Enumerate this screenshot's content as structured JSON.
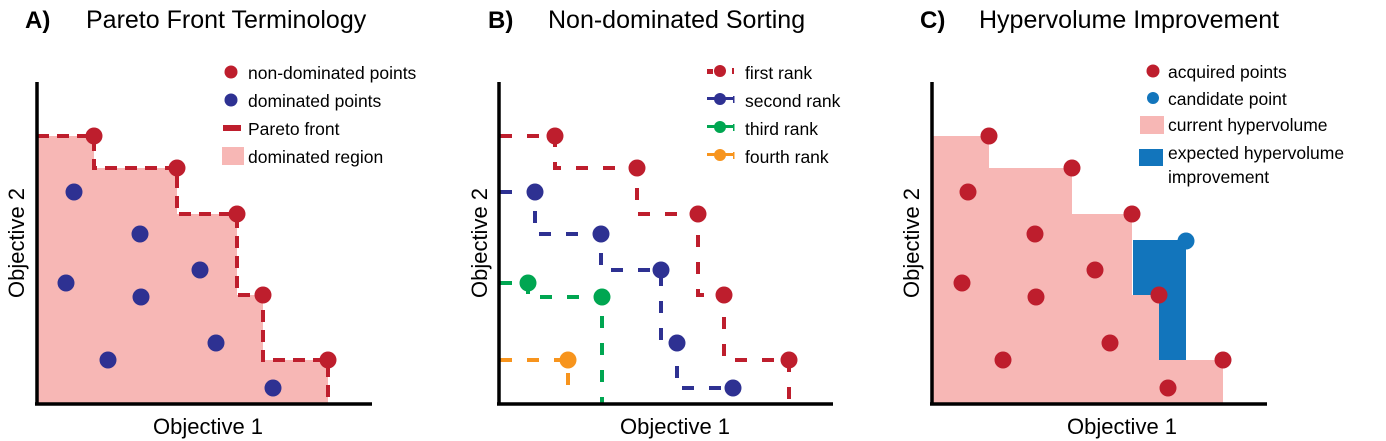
{
  "colors": {
    "red": "#BE1E2D",
    "navy": "#2E3192",
    "green": "#00A651",
    "orange": "#F7941D",
    "pink": "#F7B7B5",
    "blue": "#1275BC",
    "axis": "#000000"
  },
  "panels": [
    {
      "letter": "A)",
      "title": "Pareto Front Terminology",
      "xlabel": "Objective 1",
      "ylabel": "Objective 2",
      "legend": [
        {
          "marker": "dot-red",
          "label": "non-dominated points"
        },
        {
          "marker": "dot-navy",
          "label": "dominated points"
        },
        {
          "marker": "dash-red",
          "label": "Pareto front"
        },
        {
          "marker": "square-pink",
          "label": "dominated region"
        }
      ]
    },
    {
      "letter": "B)",
      "title": "Non-dominated Sorting",
      "xlabel": "Objective 1",
      "ylabel": "Objective 2",
      "legend": [
        {
          "marker": "line-dot-red",
          "label": "first rank"
        },
        {
          "marker": "line-dot-navy",
          "label": "second rank"
        },
        {
          "marker": "line-dot-green",
          "label": "third rank"
        },
        {
          "marker": "line-dot-orange",
          "label": "fourth rank"
        }
      ]
    },
    {
      "letter": "C)",
      "title": "Hypervolume Improvement",
      "xlabel": "Objective 1",
      "ylabel": "Objective 2",
      "legend": [
        {
          "marker": "dot-red",
          "label": "acquired points"
        },
        {
          "marker": "dot-blue",
          "label": "candidate point"
        },
        {
          "marker": "square-pink",
          "label": "current hypervolume"
        },
        {
          "marker": "square-blue",
          "label": "expected hypervolume",
          "label2": "improvement"
        }
      ]
    }
  ],
  "chart_data": [
    {
      "type": "scatter",
      "title": "Pareto Front Terminology",
      "xlabel": "Objective 1",
      "ylabel": "Objective 2",
      "grid": false,
      "ticks": false,
      "legend_position": "upper right",
      "series": [
        {
          "name": "non-dominated points",
          "color": "#BE1E2D",
          "points": [
            [
              57,
              267
            ],
            [
              140,
              235
            ],
            [
              200,
              189
            ],
            [
              226,
              108
            ],
            [
              291,
              43
            ]
          ]
        },
        {
          "name": "dominated points",
          "color": "#2E3192",
          "points": [
            [
              37,
              211
            ],
            [
              103,
              169
            ],
            [
              163,
              133
            ],
            [
              29,
              120
            ],
            [
              104,
              106
            ],
            [
              179,
              60
            ],
            [
              71,
              43
            ],
            [
              236,
              15
            ]
          ]
        },
        {
          "name": "Pareto front",
          "style": "dashed-step",
          "color": "#BE1E2D"
        },
        {
          "name": "dominated region",
          "style": "fill",
          "color": "#F7B7B5"
        }
      ]
    },
    {
      "type": "line",
      "title": "Non-dominated Sorting",
      "xlabel": "Objective 1",
      "ylabel": "Objective 2",
      "grid": false,
      "ticks": false,
      "legend_position": "upper right",
      "series": [
        {
          "name": "first rank",
          "color": "#BE1E2D",
          "points": [
            [
              57,
              267
            ],
            [
              139,
              235
            ],
            [
              200,
              189
            ],
            [
              226,
              108
            ],
            [
              291,
              43
            ]
          ]
        },
        {
          "name": "second rank",
          "color": "#2E3192",
          "points": [
            [
              37,
              211
            ],
            [
              103,
              169
            ],
            [
              163,
              133
            ],
            [
              179,
              60
            ],
            [
              235,
              15
            ]
          ]
        },
        {
          "name": "third rank",
          "color": "#00A651",
          "points": [
            [
              30,
              120
            ],
            [
              104,
              106
            ]
          ]
        },
        {
          "name": "fourth rank",
          "color": "#F7941D",
          "points": [
            [
              70,
              43
            ]
          ]
        }
      ]
    },
    {
      "type": "scatter",
      "title": "Hypervolume Improvement",
      "xlabel": "Objective 1",
      "ylabel": "Objective 2",
      "grid": false,
      "ticks": false,
      "legend_position": "upper right",
      "series": [
        {
          "name": "acquired points",
          "color": "#BE1E2D",
          "points": [
            [
              57,
              267
            ],
            [
              140,
              235
            ],
            [
              200,
              189
            ],
            [
              227,
              108
            ],
            [
              291,
              43
            ],
            [
              36,
              211
            ],
            [
              103,
              169
            ],
            [
              163,
              133
            ],
            [
              30,
              120
            ],
            [
              104,
              106
            ],
            [
              178,
              60
            ],
            [
              71,
              43
            ],
            [
              236,
              15
            ]
          ]
        },
        {
          "name": "candidate point",
          "color": "#1275BC",
          "points": [
            [
              254,
              162
            ]
          ]
        },
        {
          "name": "current hypervolume",
          "style": "fill",
          "color": "#F7B7B5"
        },
        {
          "name": "expected hypervolume improvement",
          "style": "fill",
          "color": "#1275BC"
        }
      ]
    }
  ]
}
